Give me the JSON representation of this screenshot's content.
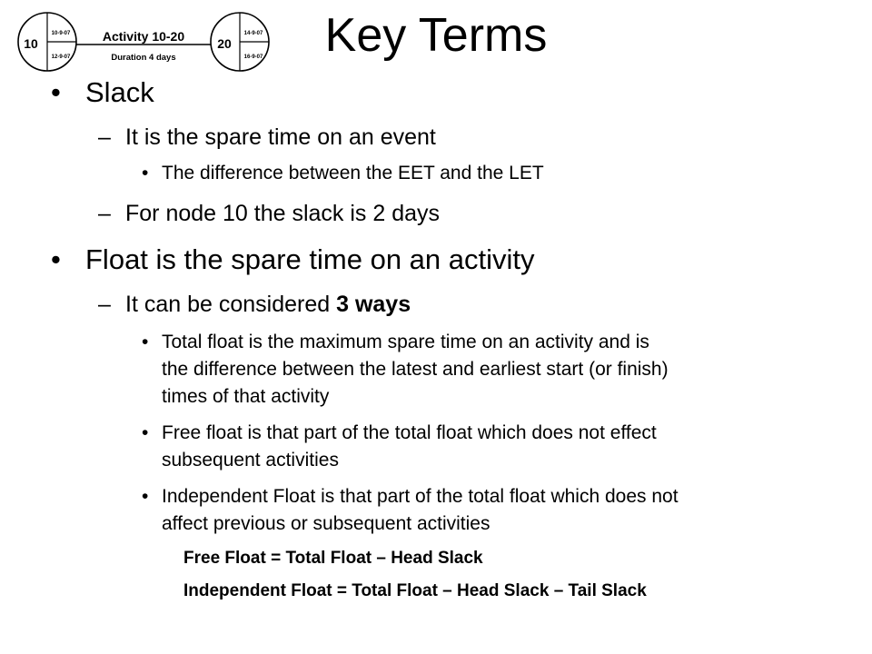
{
  "slide": {
    "title": "Key Terms"
  },
  "network": {
    "node_start": {
      "id": "10",
      "eet": "10-9-07",
      "let": "12-9-07"
    },
    "node_end": {
      "id": "20",
      "eet": "14-9-07",
      "let": "16-9-07"
    },
    "activity_label": "Activity 10-20",
    "duration_label": "Duration 4 days"
  },
  "bullets": {
    "level1_marker": "•",
    "level2_marker": "–",
    "level3_marker": "•",
    "slack_heading": "Slack",
    "slack_def": "It is the spare time on an event",
    "slack_detail": "The difference between the EET and the LET",
    "slack_example": "For node 10 the slack is 2 days",
    "float_heading": "Float is the spare time on an activity",
    "float_ways_prefix": "It can be considered ",
    "float_ways_bold": "3 ways",
    "total_float_line1": "Total float is the maximum spare time on an activity and is",
    "total_float_line2": "the difference between the latest and earliest start (or finish)",
    "total_float_line3": "times of that activity",
    "free_float_line1": "Free float is that part of the total float which does not effect",
    "free_float_line2": "subsequent activities",
    "independent_float_line1": "Independent Float is that part of the total float which does not",
    "independent_float_line2": "affect previous or subsequent activities"
  },
  "formulas": {
    "free_float": "Free Float = Total Float – Head Slack",
    "independent_float": "Independent Float = Total Float – Head Slack – Tail Slack"
  }
}
